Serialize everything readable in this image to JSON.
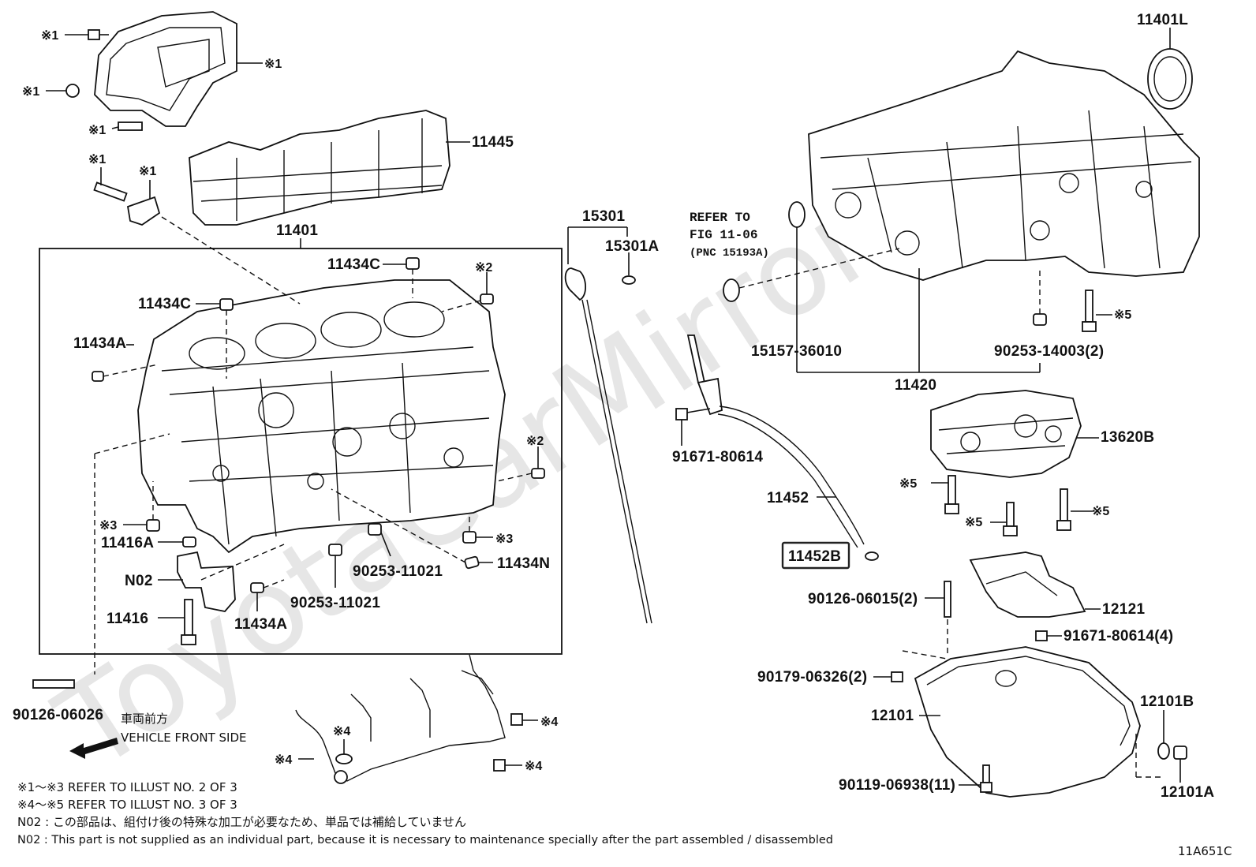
{
  "watermark": "ToyotaCarMirror",
  "diagram_code": "11A651C",
  "vehicle_front": {
    "jp": "車両前方",
    "en": "VEHICLE FRONT SIDE"
  },
  "refer": {
    "line1": "REFER TO",
    "line2": "FIG 11-06",
    "line3": "(PNC 15193A)"
  },
  "notes": [
    "※1～※3  REFER TO ILLUST NO. 2 OF 3",
    "※4～※5  REFER TO ILLUST NO. 3 OF 3",
    "N02 : この部品は、組付け後の特殊な加工が必要なため、単品では補給していません",
    "N02 : This part is not supplied as an individual part, because it is necessary to maintenance specially after the part assembled / disassembled"
  ],
  "labels": {
    "p11401L": "11401L",
    "p11445": "11445",
    "p11401": "11401",
    "p11434C_a": "11434C",
    "p11434C_b": "11434C",
    "p11434A_a": "11434A",
    "p11434A_b": "11434A",
    "p11416A": "11416A",
    "p11416": "11416",
    "pN02": "N02",
    "p90253_11021_a": "90253-11021",
    "p90253_11021_b": "90253-11021",
    "p11434N": "11434N",
    "p90126_06026": "90126-06026",
    "p15301": "15301",
    "p15301A": "15301A",
    "p91671_80614": "91671-80614",
    "p11452": "11452",
    "p11452B": "11452B",
    "p15157_36010": "15157-36010",
    "p90253_14003": "90253-14003(2)",
    "p11420": "11420",
    "p13620B": "13620B",
    "p90126_06015": "90126-06015(2)",
    "p12121": "12121",
    "p91671_80614_4": "91671-80614(4)",
    "p90179_06326": "90179-06326(2)",
    "p12101": "12101",
    "p12101B": "12101B",
    "p12101A": "12101A",
    "p90119_06938": "90119-06938(11)"
  },
  "marks": {
    "m1_a": "※1",
    "m1_b": "※1",
    "m1_c": "※1",
    "m1_d": "※1",
    "m1_e": "※1",
    "m1_f": "※1",
    "m2_a": "※2",
    "m2_b": "※2",
    "m3_a": "※3",
    "m3_b": "※3",
    "m4_a": "※4",
    "m4_b": "※4",
    "m4_c": "※4",
    "m4_d": "※4",
    "m5_a": "※5",
    "m5_b": "※5",
    "m5_c": "※5",
    "m5_d": "※5"
  }
}
